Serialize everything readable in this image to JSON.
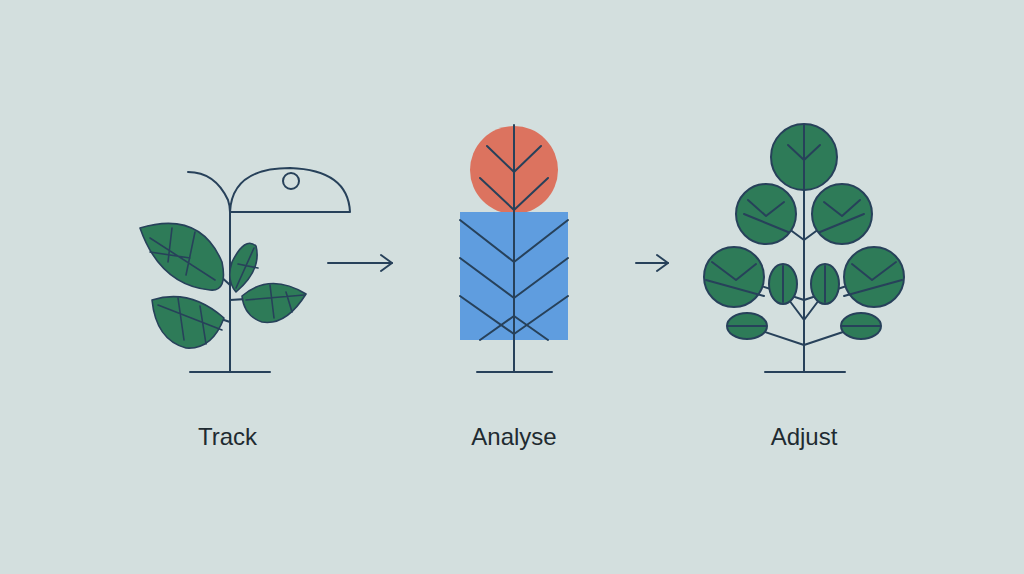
{
  "diagram": {
    "nodes": [
      {
        "text": [
          "Track"
        ]
      },
      {
        "text": [
          "Analyse"
        ]
      },
      {
        "text": [
          "Adjust"
        ]
      }
    ],
    "edges": [
      {
        "from": 0,
        "to": 1,
        "arrow": "to"
      },
      {
        "from": 1,
        "to": 2,
        "arrow": "to"
      }
    ]
  }
}
